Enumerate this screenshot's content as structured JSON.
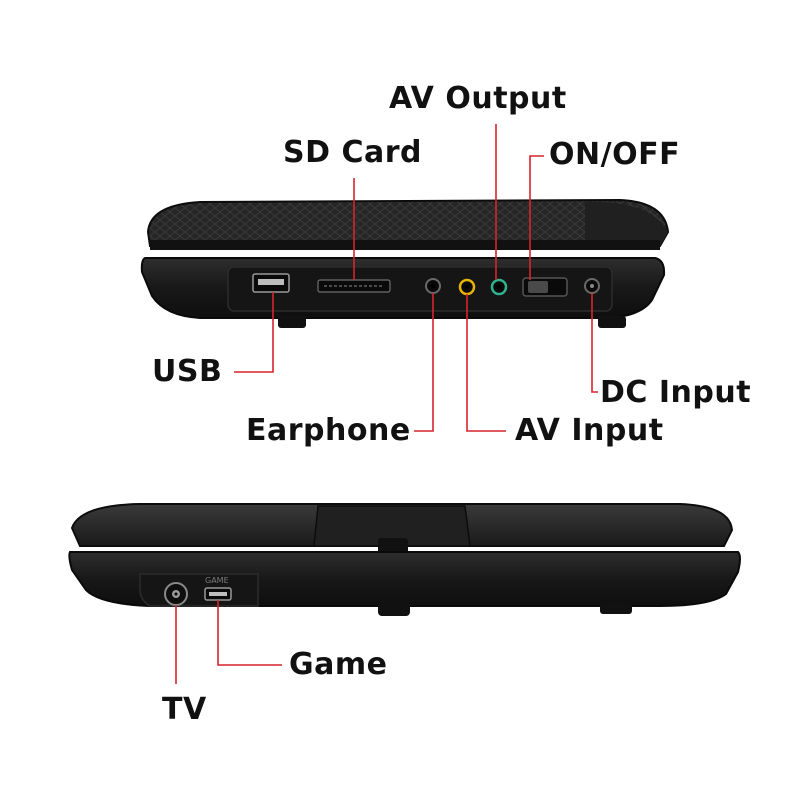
{
  "image": {
    "colors": {
      "background": "#ffffff",
      "device_body": "#1c1c1c",
      "device_lid": "#2a2a2a",
      "callout_line": "#d9232d",
      "label_text": "#111111",
      "av_jack_ring": "#e8b400",
      "av_out_ring": "#2fb38f"
    }
  },
  "callouts": {
    "av_output": "AV Output",
    "sd_card": "SD Card",
    "on_off": "ON/OFF",
    "usb": "USB",
    "dc_input": "DC Input",
    "earphone": "Earphone",
    "av_input": "AV Input",
    "game": "Game",
    "tv": "TV"
  },
  "panel_markings": {
    "game_port": "GAME"
  },
  "icons": {
    "usb_port": "usb-port-icon",
    "sd_slot": "sd-slot-icon",
    "earphone_jack": "earphone-jack-icon",
    "av_input_jack": "av-input-jack-icon",
    "av_output_jack": "av-output-jack-icon",
    "power_switch": "power-switch-icon",
    "dc_jack": "dc-jack-icon",
    "tv_antenna_jack": "tv-antenna-jack-icon",
    "game_port": "game-port-icon"
  }
}
